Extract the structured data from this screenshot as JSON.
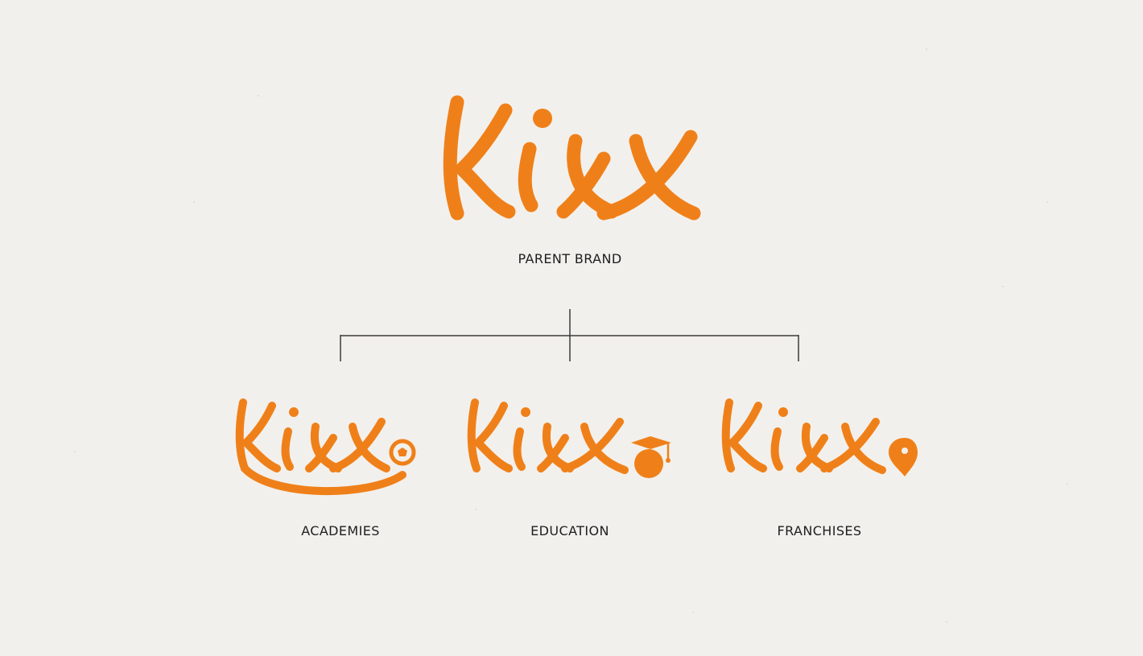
{
  "brand": {
    "wordmark": "Kixx",
    "accent_color": "#ef8019",
    "background_color": "#f2f0ec",
    "line_color": "#3a3a3a"
  },
  "parent": {
    "label": "PARENT BRAND"
  },
  "children": [
    {
      "label": "ACADEMIES",
      "icon": "soccer-ball-icon"
    },
    {
      "label": "EDUCATION",
      "icon": "graduation-cap-icon"
    },
    {
      "label": "FRANCHISES",
      "icon": "map-pin-icon"
    }
  ]
}
